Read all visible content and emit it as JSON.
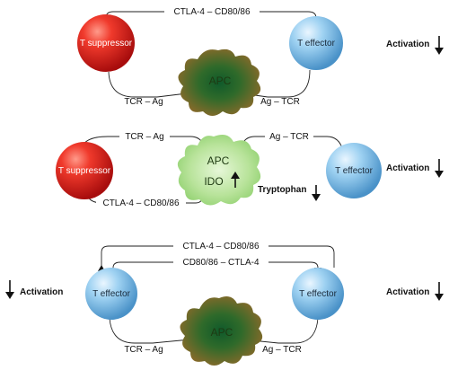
{
  "panels": [
    {
      "top_connector": "CTLA-4 – CD80/86",
      "left_cell": "T suppressor",
      "right_cell": "T effector",
      "apc": "APC",
      "left_tcr": "TCR – Ag",
      "right_tcr": "Ag – TCR",
      "right_note": "Activation"
    },
    {
      "left_tcr": "TCR – Ag",
      "right_tcr": "Ag – TCR",
      "left_cell": "T suppressor",
      "right_cell": "T effector",
      "apc": "APC",
      "ido": "IDO",
      "bottom_connector": "CTLA-4 – CD80/86",
      "tryptophan": "Tryptophan",
      "right_note": "Activation"
    },
    {
      "top_connector_1": "CTLA-4 – CD80/86",
      "top_connector_2": "CD80/86 – CTLA-4",
      "left_cell": "T effector",
      "right_cell": "T effector",
      "apc": "APC",
      "left_tcr": "TCR – Ag",
      "right_tcr": "Ag – TCR",
      "left_note": "Activation",
      "right_note": "Activation"
    }
  ],
  "colors": {
    "suppressor": "#e8231f",
    "effector": "#7fbfe6",
    "apc_dark": "#5a5e22",
    "apc_green": "#1f6b33",
    "apc_light": "#b4e096"
  },
  "icons": [
    "down-arrow-icon",
    "up-arrow-icon"
  ]
}
